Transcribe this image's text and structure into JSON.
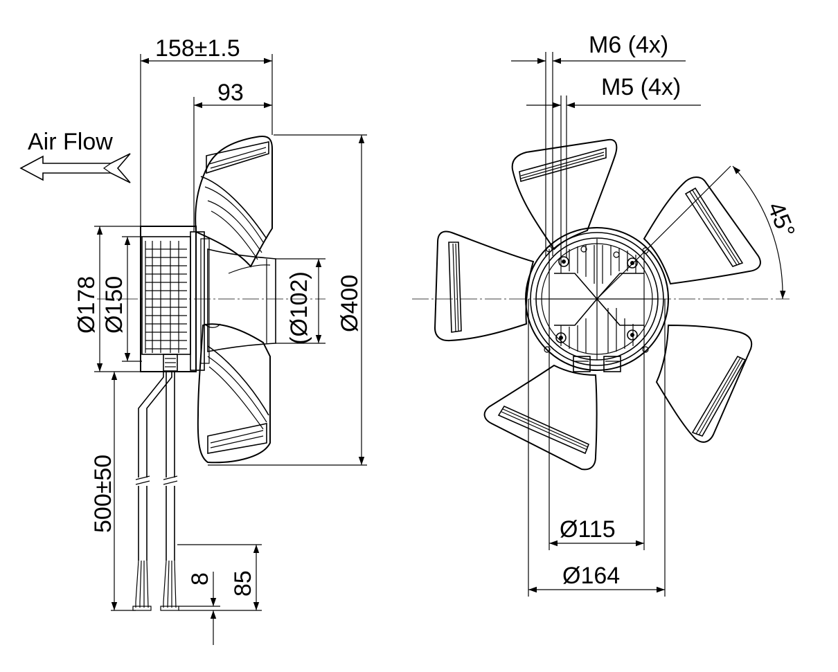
{
  "views": {
    "side": {
      "air_flow_label": "Air Flow",
      "overall_length": "158±1.5",
      "blade_depth": "93",
      "motor_outer_dia": "Ø178",
      "motor_inner_dia": "Ø150",
      "hub_dia": "(Ø102)",
      "fan_dia": "Ø400",
      "cable_length": "500±50",
      "strip_length": "8",
      "lead_length": "85"
    },
    "front": {
      "thread_m6": "M6 (4x)",
      "thread_m5": "M5 (4x)",
      "angle": "45°",
      "bolt_circle_small": "Ø115",
      "bolt_circle_large": "Ø164"
    }
  }
}
